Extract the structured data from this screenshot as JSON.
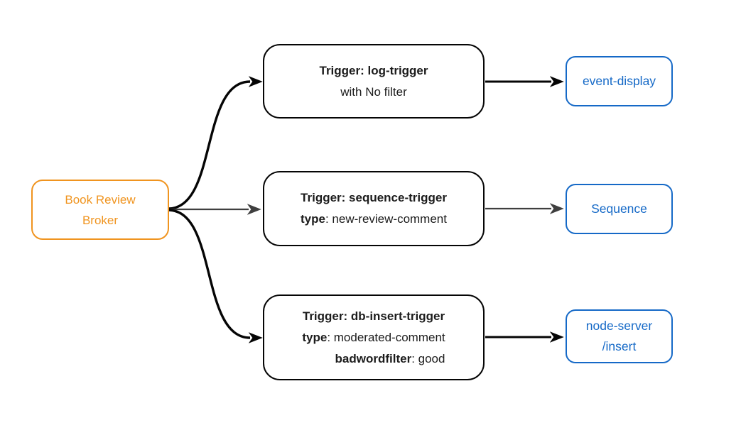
{
  "colors": {
    "orange": "#F0941F",
    "blue": "#1569C7",
    "ink": "#050505",
    "gray": "#3F3F3F",
    "text": "#1C1C1C"
  },
  "broker": {
    "label": "Book Review\nBroker"
  },
  "triggers": [
    {
      "title": "Trigger: log-trigger",
      "line2_bold": "",
      "line2_rest": "with No filter"
    },
    {
      "title": "Trigger: sequence-trigger",
      "line2_bold": "type",
      "line2_rest": ": new-review-comment"
    },
    {
      "title": "Trigger: db-insert-trigger",
      "line2_bold": "type",
      "line2_rest": ": moderated-comment",
      "line3_bold": "badwordfilter",
      "line3_rest": ": good"
    }
  ],
  "destinations": [
    {
      "label": "event-display"
    },
    {
      "label": "Sequence"
    },
    {
      "label": "node-server\n/insert"
    }
  ]
}
